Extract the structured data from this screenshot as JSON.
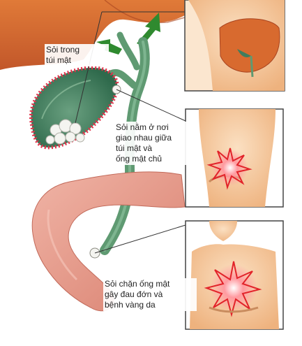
{
  "labels": {
    "stones_in_gallbladder": "Sỏi trong\ntúi mật",
    "stone_at_junction": "Sỏi nằm ở nơi\ngiao nhau giữa\ntúi mật và\nống mật chủ",
    "stone_blocking_duct": "Sỏi chặn ống mật\ngây đau đớn và\nbệnh vàng da"
  },
  "colors": {
    "liver": "#d86a2f",
    "gallbladder": "#3f7d5e",
    "bile_duct": "#5f9a72",
    "intestine": "#e59a8a",
    "skin": "#f3c08c",
    "pain_burst": "#e2232a",
    "panel_border": "#444444",
    "arrow": "#2f8a2f"
  }
}
